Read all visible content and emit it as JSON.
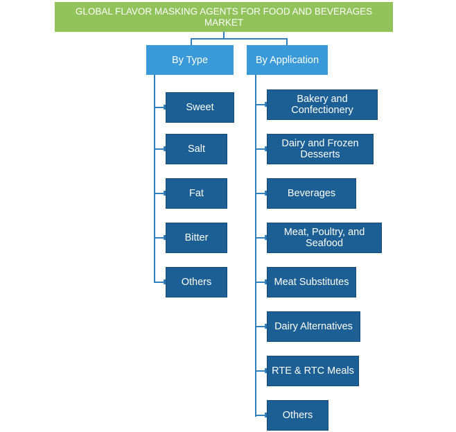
{
  "title": "GLOBAL FLAVOR MASKING AGENTS FOR FOOD AND BEVERAGES MARKET",
  "branches": [
    {
      "label": "By Type",
      "items": [
        "Sweet",
        "Salt",
        "Fat",
        "Bitter",
        "Others"
      ]
    },
    {
      "label": "By Application",
      "items": [
        "Bakery and Confectionery",
        "Dairy and Frozen Desserts",
        "Beverages",
        "Meat, Poultry, and Seafood",
        "Meat Substitutes",
        "Dairy Alternatives",
        "RTE & RTC Meals",
        "Others"
      ]
    }
  ],
  "colors": {
    "title_bg": "#92c25a",
    "category_bg": "#3a9ad9",
    "leaf_bg": "#1c5f95",
    "connector": "#2f7fbf"
  }
}
